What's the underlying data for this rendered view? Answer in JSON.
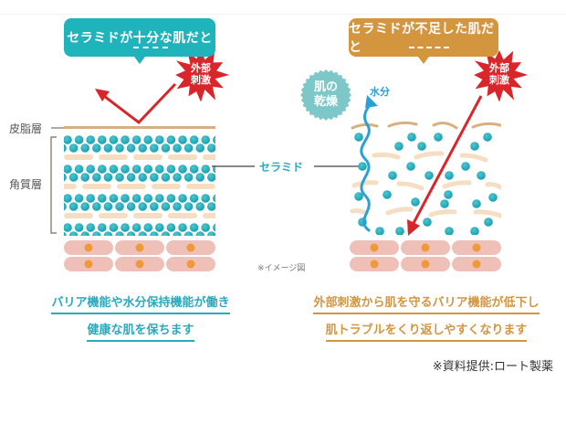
{
  "left_panel": {
    "bubble_text": "セラミドが十分な肌だと",
    "bubble_color": "#1FB3BC",
    "stimulus_label_line1": "外部",
    "stimulus_label_line2": "刺激",
    "layer_labels": {
      "sebum": "皮脂層",
      "stratum_corneum": "角質層"
    },
    "caption_line1": "バリア機能や水分保持機能が働き",
    "caption_line2": "健康な肌を保ちます",
    "caption_color": "#2BA9BD"
  },
  "center": {
    "ceramide_label": "セラミド",
    "image_note": "※イメージ図"
  },
  "right_panel": {
    "bubble_text": "セラミドが不足した肌だと",
    "bubble_color": "#D4953F",
    "stimulus_label_line1": "外部",
    "stimulus_label_line2": "刺激",
    "dryness_badge_line1": "肌の",
    "dryness_badge_line2": "乾燥",
    "moisture_label": "水分",
    "caption_line1": "外部刺激から肌を守るバリア機能が低下し",
    "caption_line2": "肌トラブルをくり返しやすくなります",
    "caption_color": "#D4953F"
  },
  "credit": "※資料提供:ロート製薬",
  "colors": {
    "ceramide_dot": "#21A9B8",
    "lipid": "#F5DEC2",
    "sebum_line": "#D9AF7E",
    "cell": "#EFC0B8",
    "nucleus": "#EE9A38",
    "stimulus_red": "#D9262B",
    "moisture_blue": "#2A9FD8",
    "badge_teal": "#7EC7C9"
  }
}
